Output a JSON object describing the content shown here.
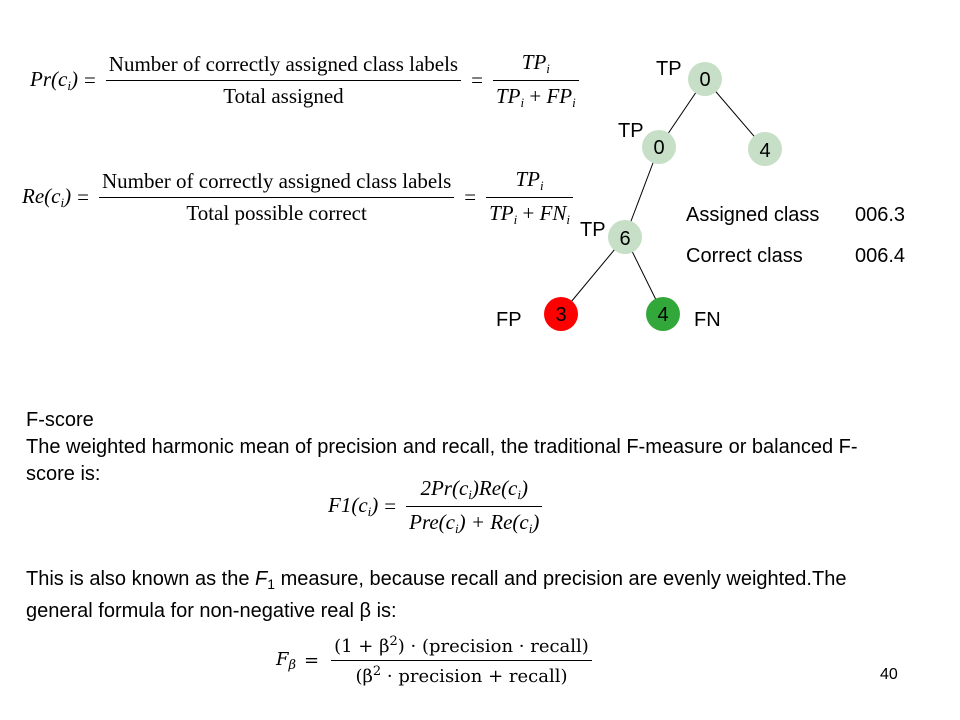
{
  "equations": {
    "precision": {
      "lhs": "Pr(c",
      "lhs_sub": "i",
      "lhs_close": ")",
      "eq": "=",
      "num": "Number  of  correctly assigned class labels",
      "den": "Total assigned",
      "eq2": "=",
      "num2": "TP",
      "num2_sub": "i",
      "den2_a": "TP",
      "den2_a_sub": "i",
      "den2_plus": " + ",
      "den2_b": "FP",
      "den2_b_sub": "i"
    },
    "recall": {
      "lhs": "Re(c",
      "lhs_sub": "i",
      "lhs_close": ")",
      "eq": "=",
      "num": "Number  of  correctly assigned class labels",
      "den": "Total possible correct",
      "eq2": "=",
      "num2": "TP",
      "num2_sub": "i",
      "den2_a": "TP",
      "den2_a_sub": "i",
      "den2_plus": " + ",
      "den2_b": "FN",
      "den2_b_sub": "i"
    },
    "f1": {
      "lhs": "F1(c",
      "lhs_sub": "i",
      "lhs_close": ")",
      "eq": "=",
      "num": "2Pr(c",
      "num_sub": "i",
      "num_mid": ")Re(c",
      "num_sub2": "i",
      "num_close": ")",
      "den": "Pre(c",
      "den_sub": "i",
      "den_mid": ") + Re(c",
      "den_sub2": "i",
      "den_close": ")"
    },
    "fbeta": {
      "lhs": "F",
      "lhs_sub": "β",
      "eq": "=",
      "num": "(1 + β",
      "num_sup": "2",
      "num_rest": ") · (precision · recall)",
      "den": "(β",
      "den_sup": "2",
      "den_rest": " · precision + recall)"
    }
  },
  "tree": {
    "nodes": {
      "root": {
        "label": "0",
        "tag": "TP"
      },
      "left": {
        "label": "0",
        "tag": "TP"
      },
      "right": {
        "label": "4"
      },
      "mid": {
        "label": "6",
        "tag": "TP"
      },
      "leaf_left": {
        "label": "3",
        "tag": "FP"
      },
      "leaf_right": {
        "label": "4",
        "tag": "FN"
      }
    },
    "colors": {
      "node_fill": "#c6dfc6",
      "leaf_fp_fill": "#ff0000",
      "leaf_fn_fill": "#33a83a",
      "edge": "#000000"
    }
  },
  "classes": {
    "assigned_label": "Assigned class",
    "assigned_value": "006.3",
    "correct_label": "Correct class",
    "correct_value": "006.4"
  },
  "text": {
    "fscore_title": "F-score",
    "fscore_desc": "The weighted harmonic mean of precision and recall, the traditional F-measure or balanced F-score is:",
    "also_known_a": "This is also known as the ",
    "also_known_f": "F",
    "also_known_sub": "1",
    "also_known_b": " measure, because recall and precision are evenly weighted.The general formula for non-negative real β is:"
  },
  "page_number": "40"
}
